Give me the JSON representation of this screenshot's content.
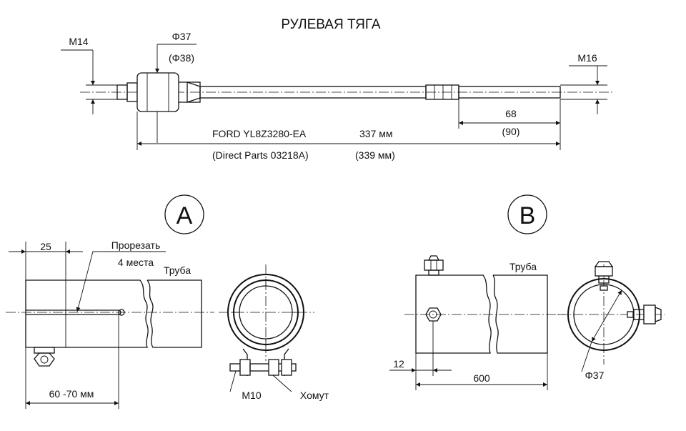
{
  "title": "РУЛЕВАЯ ТЯГА",
  "top": {
    "thread_left": "M14",
    "nut_dia": "Φ37",
    "nut_dia_alt": "(Φ38)",
    "thread_right": "M16",
    "thread_len": "68",
    "thread_len_alt": "(90)",
    "part1_name": "FORD YL8Z3280-EA",
    "part1_len": "337 мм",
    "part2_name": "(Direct Parts 03218A)",
    "part2_len": "(339 мм)"
  },
  "view_a": {
    "label": "A",
    "dim_25": "25",
    "cut_note_1": "Прорезать",
    "cut_note_2": "4 места",
    "pipe_label": "Труба",
    "dim_len": "60 -70 мм",
    "bolt_label": "M10",
    "clamp_label": "Хомут"
  },
  "view_b": {
    "label": "B",
    "pipe_label": "Труба",
    "dim_12": "12",
    "dim_600": "600",
    "dia_label": "Φ37"
  }
}
